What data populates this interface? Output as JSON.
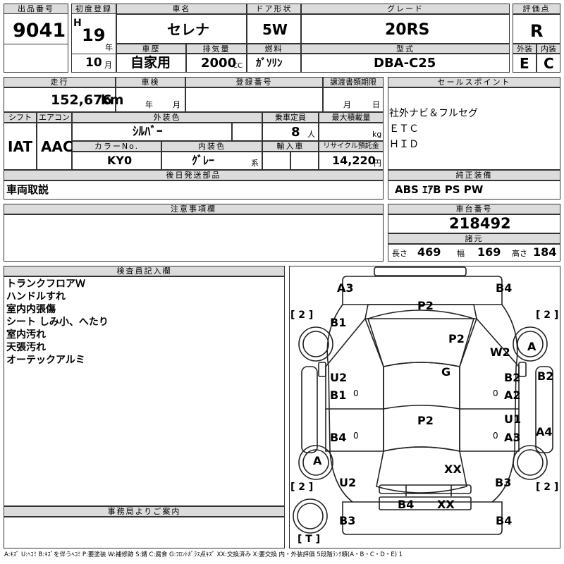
{
  "header": {
    "lot_label": "出品番号",
    "lot_value": "9041",
    "first_reg_label": "初度登録",
    "era_mark": "H",
    "first_reg_year": "19",
    "year_unit": "年",
    "first_reg_month": "10",
    "month_unit": "月",
    "car_name_label": "車名",
    "car_name": "セレナ",
    "door_label": "ドア形状",
    "door_value": "5W",
    "grade_label": "グレード",
    "grade_value": "20RS",
    "score_label": "評価点",
    "score_value": "R",
    "history_label": "車歴",
    "history_value": "自家用",
    "displacement_label": "排気量",
    "displacement_value": "2000",
    "displacement_unit": "CC",
    "fuel_label": "燃料",
    "fuel_value": "ｶﾞｿﾘﾝ",
    "model_label": "型式",
    "model_value": "DBA-C25",
    "exterior_label": "外装",
    "exterior_value": "E",
    "interior_label": "内装",
    "interior_value": "C"
  },
  "row2": {
    "mileage_label": "走行",
    "mileage_value": "152,676",
    "mileage_unit": "km",
    "inspection_label": "車検",
    "inspection_year_unit": "年",
    "inspection_month_unit": "月",
    "reg_no_label": "登録番号",
    "transfer_label": "譲渡書類期限",
    "transfer_month_unit": "月",
    "transfer_day_unit": "日",
    "shift_label": "シフト",
    "shift_value": "IAT",
    "ac_label": "エアコン",
    "ac_value": "AAC",
    "ext_color_label": "外装色",
    "ext_color_value": "ｼﾙﾊﾞｰ",
    "capacity_label": "乗車定員",
    "capacity_value": "8",
    "capacity_unit": "人",
    "load_label": "最大積載量",
    "load_unit": "kg",
    "color_no_label": "カラーNo.",
    "color_no_value": "KY0",
    "int_color_label": "内装色",
    "int_color_value": "ｸﾞﾚｰ",
    "int_color_unit": "系",
    "import_label": "輸入車",
    "recycle_label": "リサイクル預託金",
    "recycle_value": "14,220",
    "recycle_unit": "円",
    "parts_label": "後日発送部品",
    "parts_value": "車両取説"
  },
  "sales": {
    "label": "セールスポイント",
    "items": [
      "社外ナビ＆フルセグ",
      "ＥＴＣ",
      "ＨＩＤ"
    ],
    "equip_label": "純正装備",
    "equip_value": "ABS ｴｱB PS PW"
  },
  "notes": {
    "label": "注意事項欄"
  },
  "chassis": {
    "label": "車台番号",
    "value": "218492",
    "spec_label": "諸元",
    "length_label": "長さ",
    "length_value": "469",
    "width_label": "幅",
    "width_value": "169",
    "height_label": "高さ",
    "height_value": "184"
  },
  "inspector": {
    "label": "検査員記入欄",
    "items": [
      "トランクフロアＷ",
      "ハンドルすれ",
      "室内内張傷",
      "シート しみ小、へたり",
      "室内汚れ",
      "天張汚れ",
      "オーテックアルミ"
    ]
  },
  "office": {
    "label": "事務局よりご案内"
  },
  "legend": "A:ｷｽﾞ U:ﾍｺﾐ B:ｷｽﾞを伴うﾍｺﾐ P:要塗装 W:補修跡 S:錆 C:腐食 G:ﾌﾛﾝﾄｶﾞﾗｽ点ｷｽﾞ XX:交換済み X:要交換 内・外装評価 5段階ﾗﾝｸ順(A・B・C・D・E) 1",
  "diagram": {
    "tire_tl": "[ 2 ]",
    "tire_tr": "[ 2 ]",
    "tire_bl": "[ 2 ]",
    "tire_br": "[ 2 ]",
    "spare": "[ T ]",
    "codes": {
      "a3_top": "A3",
      "b4_top": "B4",
      "p2_roof": "P2",
      "b1_front": "B1",
      "p2_hood": "P2",
      "w2": "W2",
      "a_wheel_fr": "A",
      "b2_side": "B2",
      "g": "G",
      "u2_left": "U2",
      "b1_left": "B1",
      "b2_right": "B2",
      "a2_right": "A2",
      "p2_center": "P2",
      "u1_right": "U1",
      "a3_right": "A3",
      "a4_side": "A4",
      "b4_left": "B4",
      "a_wheel_rl": "A",
      "xx_rear": "XX",
      "u2_rear": "U2",
      "b3_rear": "B3",
      "b4_bottom": "B4",
      "xx_bottom": "XX",
      "b3_bottom": "B3",
      "b4_br": "B4",
      "zero_1": "0",
      "zero_2": "0",
      "zero_3": "0",
      "zero_4": "0"
    }
  }
}
